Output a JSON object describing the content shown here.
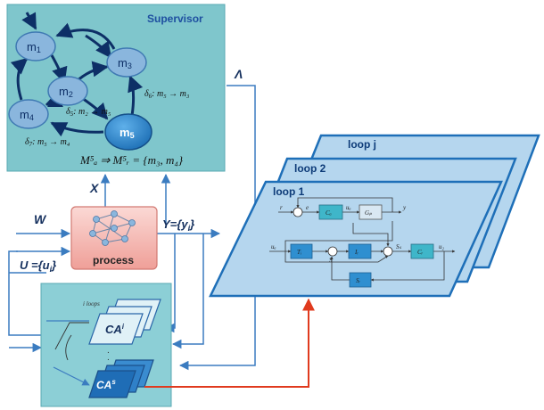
{
  "supervisor": {
    "title": "Supervisor",
    "modes": {
      "m1": {
        "label": "m",
        "sub": "1"
      },
      "m2": {
        "label": "m",
        "sub": "2"
      },
      "m3": {
        "label": "m",
        "sub": "3"
      },
      "m4": {
        "label": "m",
        "sub": "4"
      },
      "m5": {
        "label": "m",
        "sub": "5"
      }
    },
    "transitions": {
      "d5": {
        "sym": "δ",
        "sub": "5",
        "expr": ": m₂ → m₅"
      },
      "d6": {
        "sym": "δ",
        "sub": "6",
        "expr": ": m₅ → m₃"
      },
      "d7": {
        "sym": "δ",
        "sub": "7",
        "expr": ": m₅ → m₄"
      }
    },
    "formula": "M⁵ₐ ⇒ M⁵ᵣ = {m₃, m₄}"
  },
  "signals": {
    "X": "X",
    "W": "W",
    "Y": "Y={y",
    "Y_sub": "i",
    "Y_close": "}",
    "U": "U ={u",
    "U_sub": "i",
    "U_close": "}",
    "Lambda": "Λ"
  },
  "process": {
    "label": "process"
  },
  "loops": {
    "loop_j": "loop j",
    "loop_2": "loop 2",
    "loop_1": "loop 1"
  },
  "block": {
    "r": "r",
    "e": "e",
    "ca": "Cₐ",
    "uA": "uₐ",
    "gp": "Gₚ",
    "y": "y",
    "uc": "uₐ",
    "ti": "Tᵢ",
    "s": "S",
    "ik": "Iᵣ",
    "ss": "Sₛ",
    "cr": "Cᵣ",
    "u2": "u₂",
    "sr": "Sᵣ"
  },
  "agents": {
    "loops_label": "i loops",
    "ca_i": "CA",
    "ca_i_sup": "i",
    "dots": ".",
    "ca_s": "CA",
    "ca_s_sup": "s"
  },
  "colors": {
    "supervisor_bg": "#7fc6cc",
    "panel_bg": "#8ccfd6",
    "node": "#8ab6dd",
    "node_active": "#2f7fc2",
    "arrow": "#3b7cc0",
    "red": "#e03a1e",
    "loop_fill": "#b5d6ee",
    "loop_stroke": "#1e6fb8",
    "process_fill": "#f3b9b4"
  }
}
